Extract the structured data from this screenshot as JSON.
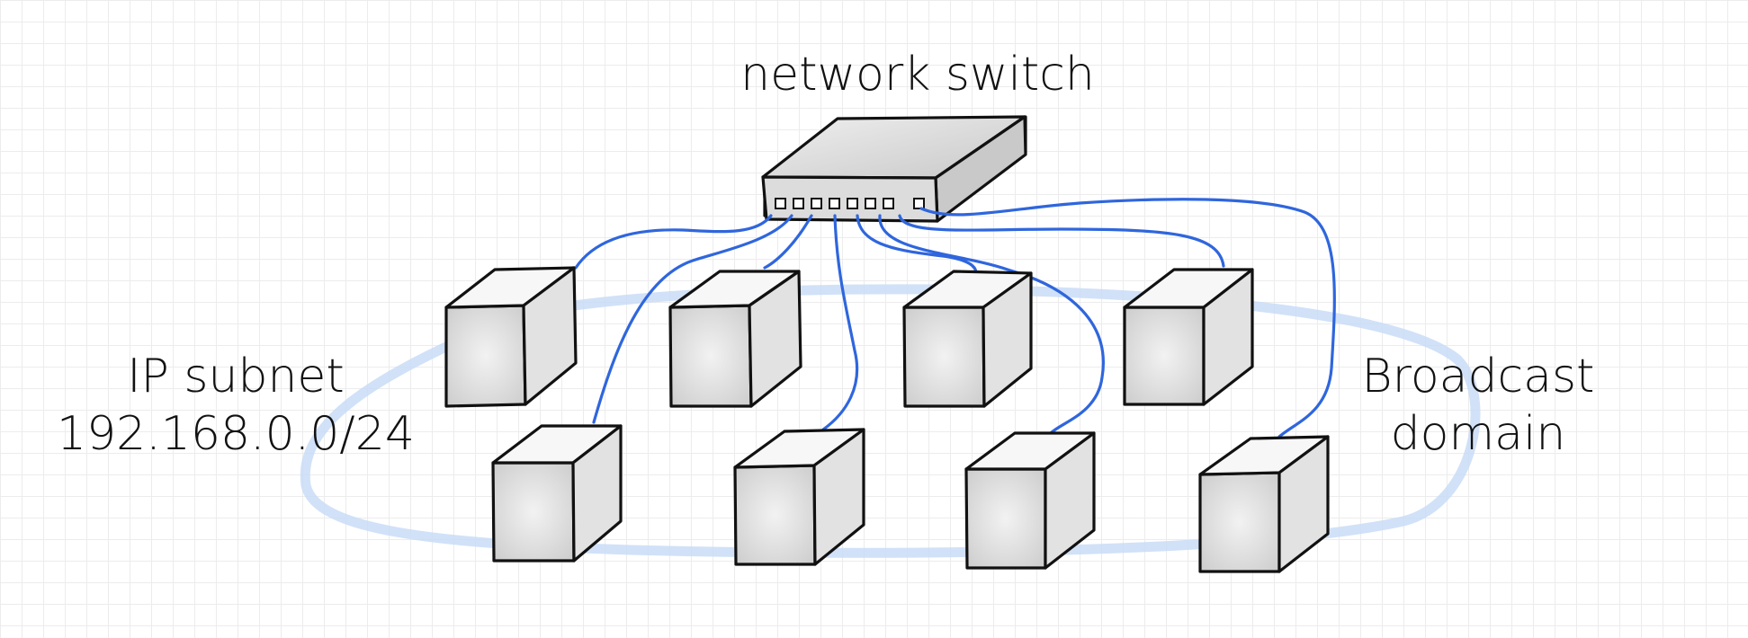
{
  "labels": {
    "switch": "network switch",
    "subnet_line1": "IP subnet",
    "subnet_line2": "192.168.0.0/24",
    "broadcast_line1": "Broadcast",
    "broadcast_line2": "domain"
  },
  "colors": {
    "cable": "#2f66dd",
    "broadcast_domain": "#c9dcf7",
    "grid": "#ececec",
    "ink": "#111111"
  },
  "diagram": {
    "switch_ports": 8,
    "host_count": 8
  }
}
